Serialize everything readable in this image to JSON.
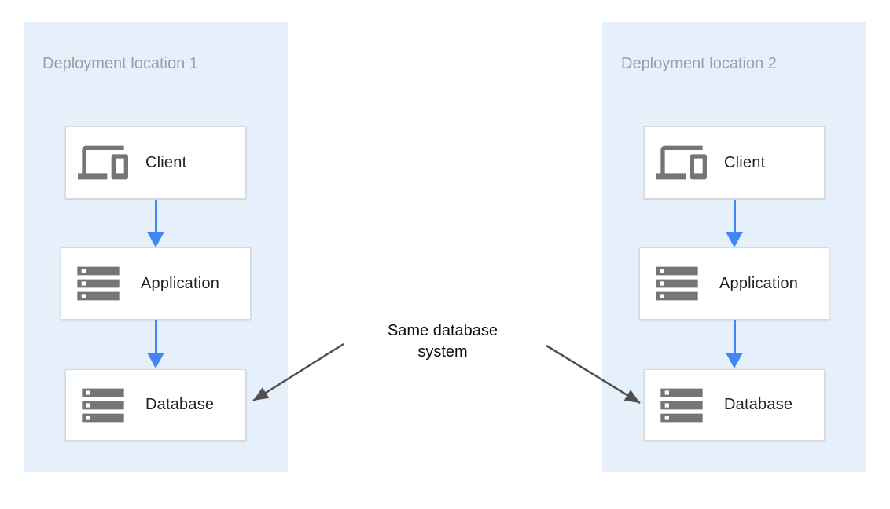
{
  "diagram": {
    "panels": [
      {
        "title": "Deployment location 1",
        "nodes": [
          {
            "label": "Client",
            "icon": "devices-icon"
          },
          {
            "label": "Application",
            "icon": "server-rack-icon"
          },
          {
            "label": "Database",
            "icon": "server-rack-icon"
          }
        ]
      },
      {
        "title": "Deployment location 2",
        "nodes": [
          {
            "label": "Client",
            "icon": "devices-icon"
          },
          {
            "label": "Application",
            "icon": "server-rack-icon"
          },
          {
            "label": "Database",
            "icon": "server-rack-icon"
          }
        ]
      }
    ],
    "annotation": {
      "text": "Same database system"
    },
    "colors": {
      "panel_bg": "#E6F0FA",
      "flow_arrow": "#4285F4",
      "annotation_arrow": "#4F4F4F",
      "panel_title": "#98A0A6",
      "icon_gray": "#757575",
      "node_border": "#D9D9D9",
      "node_text": "#212121"
    }
  }
}
